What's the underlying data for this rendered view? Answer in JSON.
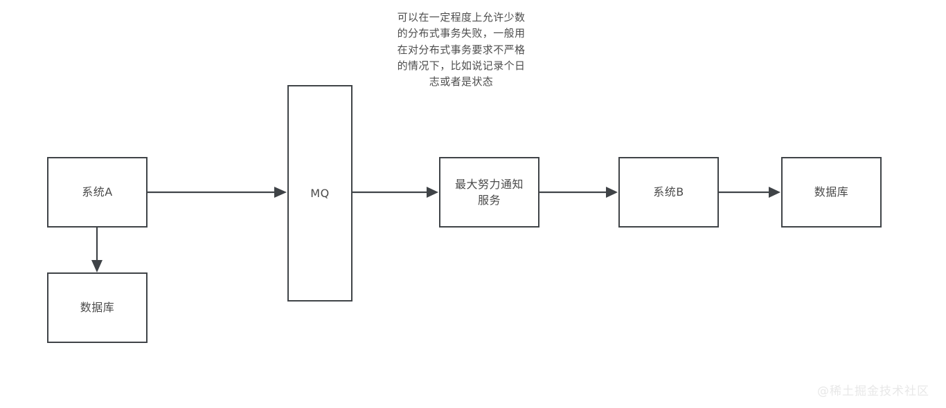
{
  "diagram": {
    "title": "",
    "background_color": "#ffffff",
    "stroke_color": "#3f4347",
    "text_color": "#4a4a4a",
    "nodes": [
      {
        "id": "system-a",
        "label": "系统A"
      },
      {
        "id": "database-a",
        "label": "数据库"
      },
      {
        "id": "mq",
        "label": "MQ"
      },
      {
        "id": "notify",
        "label": "最大努力通知\n服务"
      },
      {
        "id": "system-b",
        "label": "系统B"
      },
      {
        "id": "database-b",
        "label": "数据库"
      }
    ],
    "annotation": {
      "text": "可以在一定程度上允许少数\n的分布式事务失败，一般用\n在对分布式事务要求不严格\n的情况下，比如说记录个日\n志或者是状态"
    },
    "watermark": {
      "text": "@稀土掘金技术社区"
    }
  }
}
